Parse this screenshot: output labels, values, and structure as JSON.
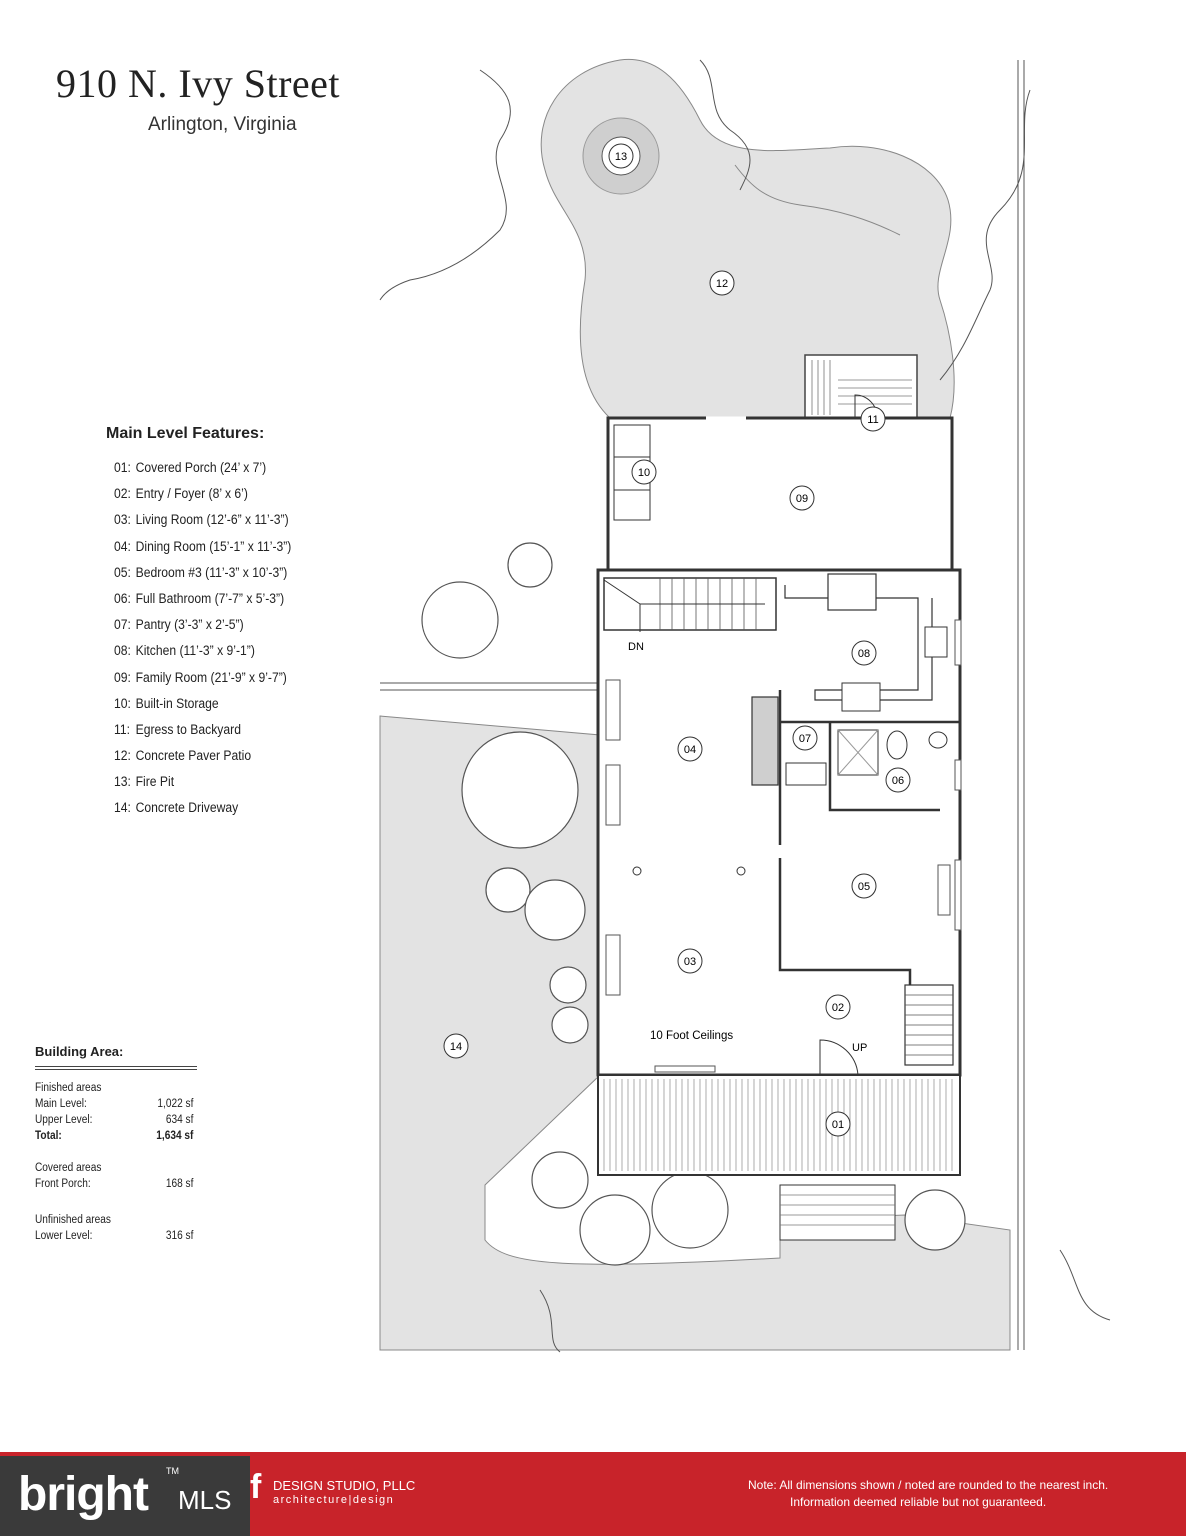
{
  "header": {
    "title": "910 N. Ivy Street",
    "subtitle": "Arlington, Virginia"
  },
  "features": {
    "heading": "Main Level Features:",
    "items": [
      {
        "num": "01:",
        "label": "Covered Porch (24’ x 7’)"
      },
      {
        "num": "02:",
        "label": "Entry / Foyer (8’ x 6’)"
      },
      {
        "num": "03:",
        "label": "Living Room (12’-6” x 11’-3”)"
      },
      {
        "num": "04:",
        "label": "Dining Room (15’-1” x 11’-3”)"
      },
      {
        "num": "05:",
        "label": "Bedroom #3 (11’-3” x 10’-3”)"
      },
      {
        "num": "06:",
        "label": "Full Bathroom (7’-7” x 5’-3”)"
      },
      {
        "num": "07:",
        "label": "Pantry (3’-3” x 2’-5”)"
      },
      {
        "num": "08:",
        "label": "Kitchen (11’-3” x 9’-1”)"
      },
      {
        "num": "09:",
        "label": "Family Room (21’-9” x 9’-7”)"
      },
      {
        "num": "10:",
        "label": "Built-in Storage"
      },
      {
        "num": "11:",
        "label": "Egress to Backyard"
      },
      {
        "num": "12:",
        "label": "Concrete Paver Patio"
      },
      {
        "num": "13:",
        "label": "Fire Pit"
      },
      {
        "num": "14:",
        "label": "Concrete Driveway"
      }
    ]
  },
  "building_area": {
    "heading": "Building Area:",
    "finished_heading": "Finished areas",
    "main_label": "Main Level:",
    "main_value": "1,022 sf",
    "upper_label": "Upper Level:",
    "upper_value": "634 sf",
    "total_label": "Total:",
    "total_value": "1,634 sf",
    "covered_heading": "Covered areas",
    "porch_label": "Front Porch:",
    "porch_value": "168 sf",
    "unfinished_heading": "Unfinished areas",
    "lower_label": "Lower Level:",
    "lower_value": "316 sf"
  },
  "plan": {
    "room_tags": [
      "01",
      "02",
      "03",
      "04",
      "05",
      "06",
      "07",
      "08",
      "09",
      "10",
      "11",
      "12",
      "13",
      "14"
    ],
    "dn_label": "DN",
    "up_label": "UP",
    "ceiling_note": "10 Foot Ceilings"
  },
  "footer": {
    "bright_logo": "bright",
    "mls": "MLS",
    "tm": "TM",
    "studio_mark": "f",
    "studio_name": "DESIGN STUDIO, PLLC",
    "studio_sub": "architecture|design",
    "note_line1": "Note:   All dimensions shown / noted are rounded to the nearest inch.",
    "note_line2": "Information deemed reliable but not guaranteed."
  },
  "colors": {
    "footer_red": "#c8232a",
    "mls_box": "#3a3a3a",
    "paving_gray": "#e3e3e3",
    "wall": "#333333"
  }
}
